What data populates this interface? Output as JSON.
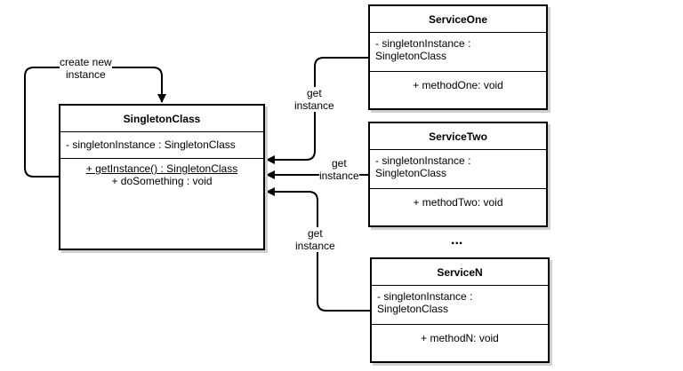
{
  "singleton": {
    "name": "SingletonClass",
    "attribute": "- singletonInstance : SingletonClass",
    "op_get": "+ getInstance() : SingletonClass",
    "op_do": "+ doSomething : void"
  },
  "services": [
    {
      "name": "ServiceOne",
      "attr_line1": "- singletonInstance :",
      "attr_line2": "SingletonClass",
      "method": "+ methodOne: void"
    },
    {
      "name": "ServiceTwo",
      "attr_line1": "- singletonInstance :",
      "attr_line2": "SingletonClass",
      "method": "+ methodTwo: void"
    },
    {
      "name": "ServiceN",
      "attr_line1": "- singletonInstance :",
      "attr_line2": "SingletonClass",
      "method": "+ methodN: void"
    }
  ],
  "labels": {
    "create_line1": "create new",
    "create_line2": "instance",
    "get_line1": "get",
    "get_line2": "instance",
    "ellipsis": "..."
  },
  "colors": {
    "stroke": "#000000",
    "shadow": "#d0d0d0",
    "background": "#ffffff"
  }
}
